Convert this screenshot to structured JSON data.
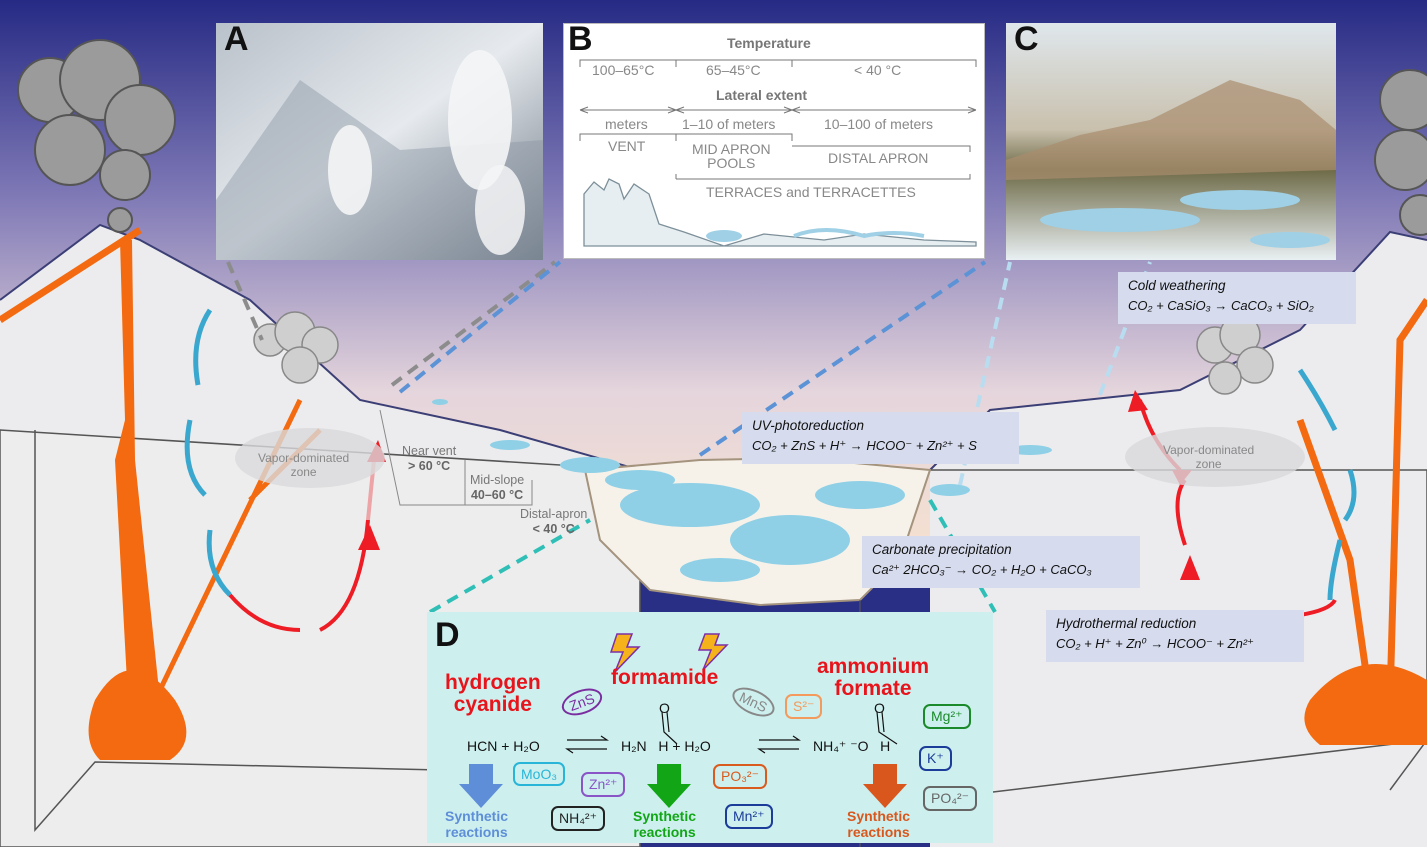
{
  "panels": {
    "a": "A",
    "b": "B",
    "c": "C",
    "d": "D"
  },
  "panel_b": {
    "temperature_title": "Temperature",
    "temperature_ranges": [
      "100–65°C",
      "65–45°C",
      "< 40 °C"
    ],
    "lateral_title": "Lateral extent",
    "lateral_ranges": [
      "meters",
      "1–10 of meters",
      "10–100 of meters"
    ],
    "zone_vent": "VENT",
    "zone_mid": "MID APRON\nPOOLS",
    "zone_distal": "DISTAL APRON",
    "zone_terraces": "TERRACES and TERRACETTES"
  },
  "zones": {
    "vapor_left": "Vapor-dominated\nzone",
    "vapor_right": "Vapor-dominated\nzone",
    "near_vent_name": "Near vent",
    "near_vent_temp": "> 60 °C",
    "mid_slope_name": "Mid-slope",
    "mid_slope_temp": "40–60 °C",
    "distal_name": "Distal-apron",
    "distal_temp": "< 40 °C"
  },
  "reactions": {
    "cold_title": "Cold weathering",
    "cold_eq": "CO₂ + CaSiO₃ → CaCO₃ + SiO₂",
    "uv_title": "UV-photoreduction",
    "uv_eq": "CO₂ + ZnS + H⁺ → HCOO⁻ + Zn²⁺ + S",
    "carb_title": "Carbonate precipitation",
    "carb_eq": "Ca²⁺ 2HCO₃⁻ → CO₂ + H₂O + CaCO₃",
    "hydro_title": "Hydrothermal reduction",
    "hydro_eq": "CO₂ + H⁺ + Zn⁰ → HCOO⁻ + Zn²⁺"
  },
  "panel_d": {
    "hcn_name": "hydrogen\ncyanide",
    "formamide_name": "formamide",
    "ammonium_name": "ammonium\nformate",
    "eq_left": "HCN + H₂O",
    "eq_mid": "H₂N   H + H₂O",
    "eq_right": "NH₄⁺ ⁻O   H",
    "o_label": "O",
    "ions": {
      "zns": "ZnS",
      "mns": "MnS",
      "s2": "S²⁻",
      "mg": "Mg²⁺",
      "k": "K⁺",
      "po4": "PO₄²⁻",
      "moo3": "MoO₃",
      "zn2": "Zn²⁺",
      "po3": "PO₃²⁻",
      "mn2": "Mn²⁺",
      "nh4": "NH₄²⁺"
    },
    "synthetic": "Synthetic\nreactions"
  },
  "colors": {
    "sky_top": "#262a84",
    "sky_bottom": "#f3ded2",
    "magma": "#f36a10",
    "water_blue": "#3aa7cf",
    "red_flow": "#ee1c24",
    "panel_d_bg": "#cdf0ef",
    "box_bg": "#d6dcee",
    "pool_blue": "#8fd0e6"
  },
  "icons": [
    "lightning-icon",
    "steam-cloud-icon",
    "down-arrow-icon",
    "equilibrium-arrow-icon"
  ]
}
